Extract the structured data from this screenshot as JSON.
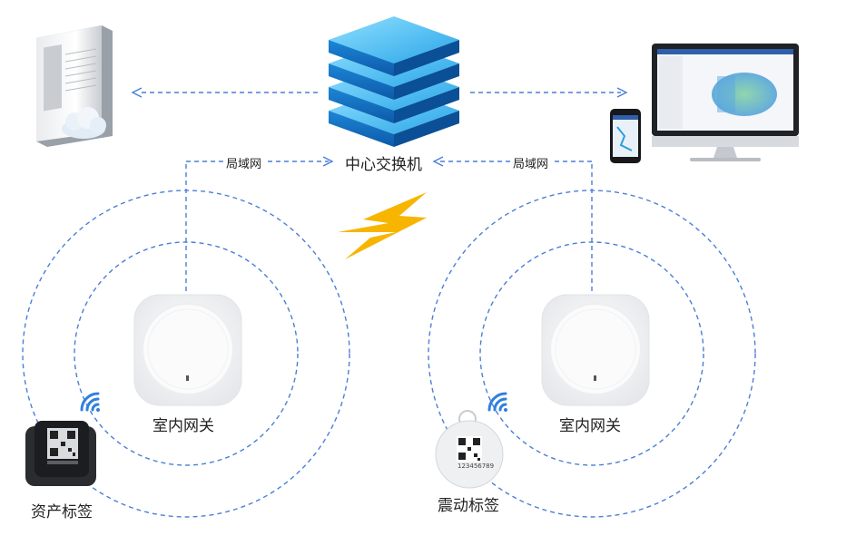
{
  "labels": {
    "center_switch": "中心交换机",
    "lan_left": "局域网",
    "lan_right": "局域网",
    "gateway_left": "室内网关",
    "gateway_right": "室内网关",
    "asset_tag": "资产标签",
    "vibration_tag": "震动标签",
    "tag_serial": "123456789"
  },
  "colors": {
    "dashed_line": "#4a7fd6",
    "switch_blue": "#2a9fe0",
    "lightning": "#f7b500",
    "wifi_blue": "#2f7fe0"
  },
  "icons": [
    "server-icon",
    "cloud-icon",
    "switch-icon",
    "monitor-icon",
    "phone-icon",
    "lightning-icon",
    "gateway-icon",
    "wifi-icon",
    "asset-tag-icon",
    "vibration-tag-icon",
    "qr-code-icon"
  ]
}
